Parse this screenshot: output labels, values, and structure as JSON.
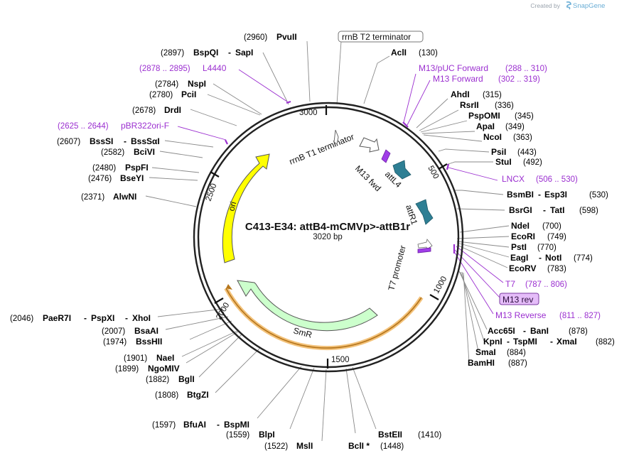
{
  "app": {
    "brand_prefix": "Created by",
    "brand_name": "SnapGene"
  },
  "plasmid": {
    "name": "C413-E34: attB4-mCMVp>-attB1r",
    "length": "3020 bp"
  },
  "colors": {
    "backbone": "#222222",
    "origin": "#ffff00",
    "resistance": "#ccffcc",
    "att_site": "#2e7f94",
    "primer": "#9b2fd0",
    "primer_bar": "#a03de8",
    "highlight_ring": "#e8a53a",
    "brand": "#6aaed6"
  },
  "ticks": [
    "500",
    "1000",
    "1500",
    "2000",
    "2500",
    "3000"
  ],
  "features": {
    "ori": "ori",
    "smr": "SmR",
    "attl4": "attL4",
    "attr1": "attR1",
    "m13fwd": "M13 fwd",
    "t7promoter": "T7 promoter",
    "rrnbt1": "rrnB T1 terminator",
    "rrnbt2": "rrnB T2 terminator"
  },
  "sites": {
    "acli": {
      "name": "AclI",
      "pos": "(130)"
    },
    "ahdi": {
      "name": "AhdI",
      "pos": "(315)"
    },
    "rsrii": {
      "name": "RsrII",
      "pos": "(336)"
    },
    "pspomi": {
      "name": "PspOMI",
      "pos": "(345)"
    },
    "apai": {
      "name": "ApaI",
      "pos": "(349)"
    },
    "ncoi": {
      "name": "NcoI",
      "pos": "(363)"
    },
    "psii": {
      "name": "PsiI",
      "pos": "(443)"
    },
    "stui": {
      "name": "StuI",
      "pos": "(492)"
    },
    "bsmbi": {
      "name": "BsmBI",
      "name2": "Esp3I",
      "pos": "(530)"
    },
    "bsrgi": {
      "name": "BsrGI",
      "name2": "TatI",
      "pos": "(598)"
    },
    "ndei": {
      "name": "NdeI",
      "pos": "(700)"
    },
    "ecori": {
      "name": "EcoRI",
      "pos": "(749)"
    },
    "psti": {
      "name": "PstI",
      "pos": "(770)"
    },
    "eagi": {
      "name": "EagI",
      "name2": "NotI",
      "pos": "(774)"
    },
    "ecorv": {
      "name": "EcoRV",
      "pos": "(783)"
    },
    "acc65i": {
      "name": "Acc65I",
      "name2": "BanI",
      "pos": "(878)"
    },
    "kpni": {
      "name": "KpnI",
      "name2": "TspMI",
      "name3": "XmaI",
      "pos": "(882)"
    },
    "smai": {
      "name": "SmaI",
      "pos": "(884)"
    },
    "bamhi": {
      "name": "BamHI",
      "pos": "(887)"
    },
    "bsteii": {
      "name": "BstEII",
      "pos": "(1410)"
    },
    "bcli": {
      "name": "BclI *",
      "pos": "(1448)"
    },
    "msli": {
      "name": "MslI",
      "pos": "(1522)"
    },
    "blpi": {
      "name": "BlpI",
      "pos": "(1559)"
    },
    "bfuai": {
      "name": "BfuAI",
      "name2": "BspMI",
      "pos": "(1597)"
    },
    "btgzi": {
      "name": "BtgZI",
      "pos": "(1808)"
    },
    "bgli": {
      "name": "BglI",
      "pos": "(1882)"
    },
    "ngomiv": {
      "name": "NgoMIV",
      "pos": "(1899)"
    },
    "naei": {
      "name": "NaeI",
      "pos": "(1901)"
    },
    "bsshii": {
      "name": "BssHII",
      "pos": "(1974)"
    },
    "bsaai": {
      "name": "BsaAI",
      "pos": "(2007)"
    },
    "paer7i": {
      "name": "PaeR7I",
      "name2": "PspXI",
      "name3": "XhoI",
      "pos": "(2046)"
    },
    "alwni": {
      "name": "AlwNI",
      "pos": "(2371)"
    },
    "bseyi": {
      "name": "BseYI",
      "pos": "(2476)"
    },
    "pspfi": {
      "name": "PspFI",
      "pos": "(2480)"
    },
    "bcivi": {
      "name": "BciVI",
      "pos": "(2582)"
    },
    "bsssi": {
      "name": "BssSI",
      "name2": "BssSαI",
      "pos": "(2607)"
    },
    "drdi": {
      "name": "DrdI",
      "pos": "(2678)"
    },
    "pcii": {
      "name": "PciI",
      "pos": "(2780)"
    },
    "nspi": {
      "name": "NspI",
      "pos": "(2784)"
    },
    "bspqi": {
      "name": "BspQI",
      "name2": "SapI",
      "pos": "(2897)"
    },
    "pvuii": {
      "name": "PvuII",
      "pos": "(2960)"
    }
  },
  "primers": {
    "m13puc": {
      "name": "M13/pUC Forward",
      "pos": "(288 .. 310)"
    },
    "m13fwd": {
      "name": "M13 Forward",
      "pos": "(302 .. 319)"
    },
    "lncx": {
      "name": "LNCX",
      "pos": "(506 .. 530)"
    },
    "t7": {
      "name": "T7",
      "pos": "(787 .. 806)"
    },
    "m13rev": {
      "name": "M13 rev"
    },
    "m13reverse": {
      "name": "M13 Reverse",
      "pos": "(811 .. 827)"
    },
    "l4440": {
      "name": "L4440",
      "pos": "(2878 .. 2895)"
    },
    "pbr322": {
      "name": "pBR322ori-F",
      "pos": "(2625 .. 2644)"
    }
  }
}
